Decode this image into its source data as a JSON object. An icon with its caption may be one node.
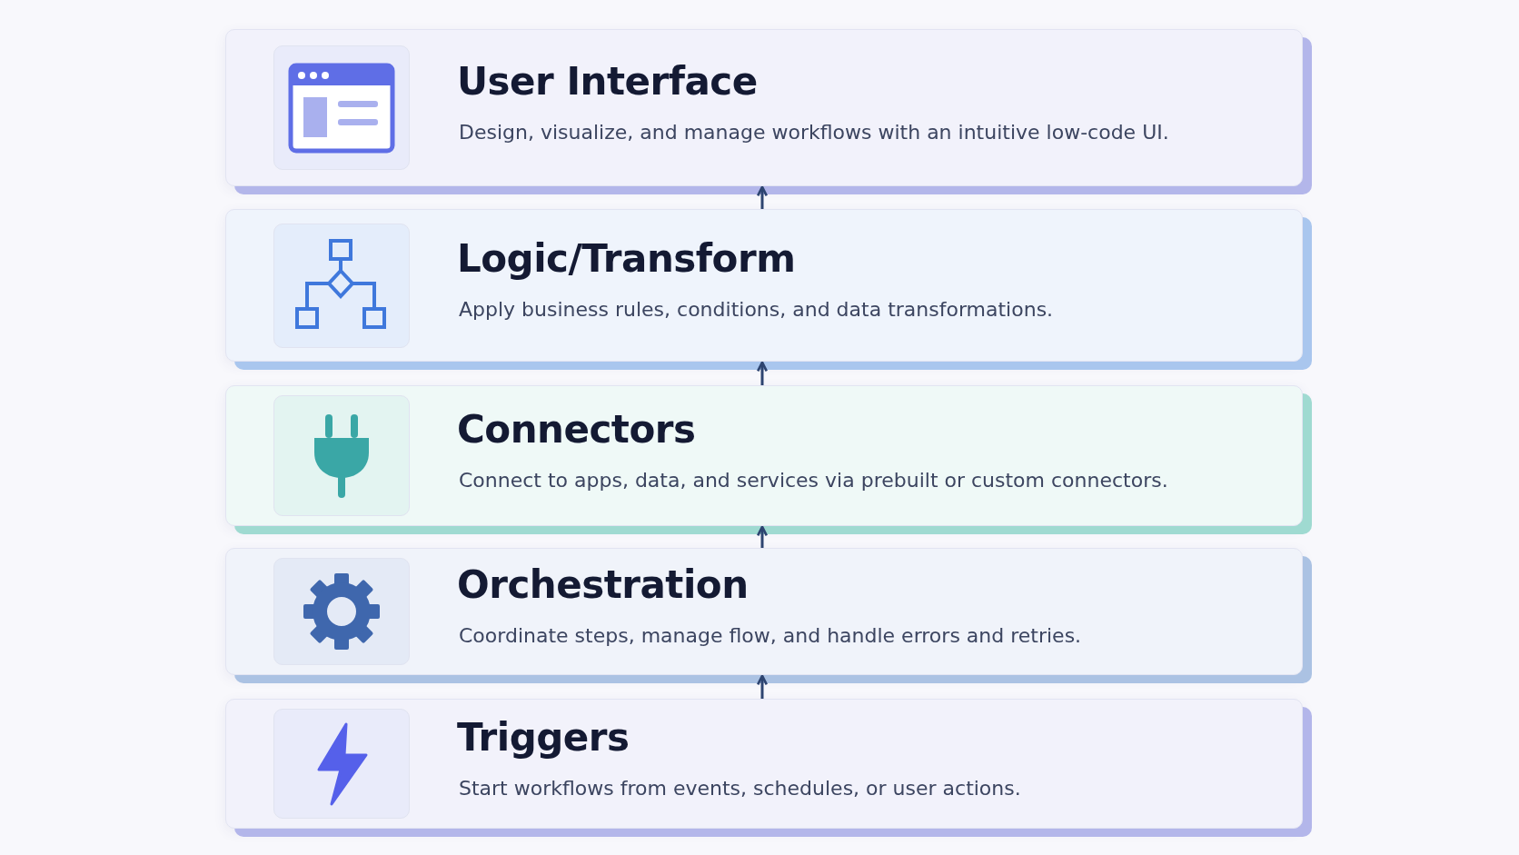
{
  "diagram": {
    "nodes": [
      {
        "text": [
          "User Interface",
          "Design, visualize, and manage workflows with an intuitive low-code UI."
        ]
      },
      {
        "text": [
          "Logic/Transform",
          "Apply business rules, conditions, and data transformations."
        ]
      },
      {
        "text": [
          "Connectors",
          "Connect to apps, data, and services via prebuilt or custom connectors."
        ]
      },
      {
        "text": [
          "Orchestration",
          "Coordinate steps, manage flow, and handle errors and retries."
        ]
      },
      {
        "text": [
          "Triggers",
          "Start workflows from events, schedules, or user actions."
        ]
      }
    ],
    "edges": [
      {
        "from": 1,
        "to": 0,
        "arrow": "to"
      },
      {
        "from": 2,
        "to": 1,
        "arrow": "to"
      },
      {
        "from": 3,
        "to": 2,
        "arrow": "to"
      },
      {
        "from": 4,
        "to": 3,
        "arrow": "to"
      }
    ]
  }
}
